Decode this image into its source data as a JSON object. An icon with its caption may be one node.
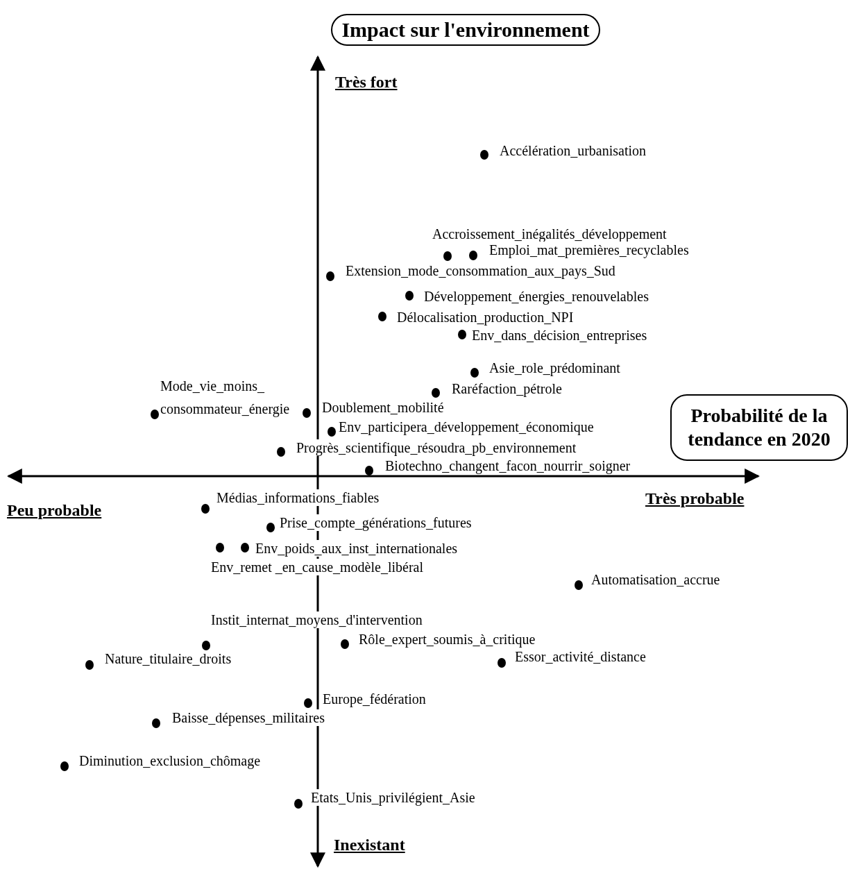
{
  "diagram": {
    "nodes": [
      {
        "text": [
          "Impact sur l'environnement"
        ]
      },
      {
        "text": [
          "Probabilité de la tendance en 2020"
        ]
      }
    ],
    "labels": [
      "Très fort",
      "Accélération_urbanisation",
      "Accroissement_inégalités_développement",
      "Emploi_mat_premières_recyclables",
      "Extension_mode_consommation_aux_pays_Sud",
      "Développement_énergies_renouvelables",
      "Délocalisation_production_NPI",
      "Env_dans_décision_entreprises",
      "Asie_role_prédominant",
      "Mode_vie_moins_ consommateur_énergie",
      "Raréfaction_pétrole",
      "Doublement_mobilité",
      "Env_participera_développement_économique",
      "Progrès_scientifique_résoudra_pb_environnement",
      "Biotechno_changent_facon_nourrir_soigner",
      "Médias_informations_fiables",
      "Très probable",
      "Peu probable",
      "Prise_compte_générations_futures",
      "Env_poids_aux_inst_internationales",
      "Env_remet _en_cause_modèle_libéral",
      "Automatisation_accrue",
      "Instit_internat_moyens_d'intervention",
      "Rôle_expert_soumis_à_critique",
      "Nature_titulaire_droits",
      "Essor_activité_distance",
      "Europe_fédération",
      "Baisse_dépenses_militaires",
      "Diminution_exclusion_chômage",
      "Etats_Unis_privilégient_Asie",
      "Inexistant"
    ]
  }
}
